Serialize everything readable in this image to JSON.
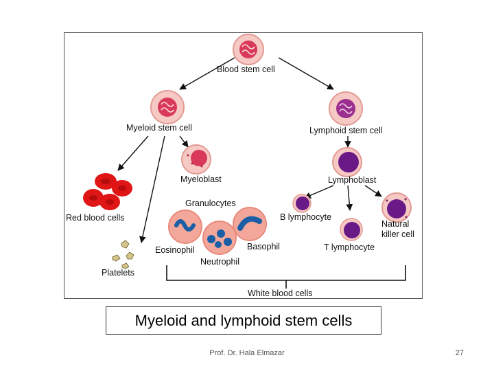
{
  "diagram": {
    "nodes": {
      "blood_stem_cell": "Blood stem cell",
      "myeloid_stem_cell": "Myeloid stem cell",
      "lymphoid_stem_cell": "Lymphoid stem cell",
      "myeloblast": "Myeloblast",
      "lymphoblast": "Lymphoblast",
      "red_blood_cells": "Red blood cells",
      "platelets": "Platelets",
      "granulocytes": "Granulocytes",
      "eosinophil": "Eosinophil",
      "neutrophil": "Neutrophil",
      "basophil": "Basophil",
      "b_lymphocyte": "B lymphocyte",
      "t_lymphocyte": "T lymphocyte",
      "natural_killer_line1": "Natural",
      "natural_killer_line2": "killer cell",
      "white_blood_cells": "White blood cells"
    },
    "colors": {
      "stem_cell_fill": "#f7c9c4",
      "stem_cell_nucleus": "#d93a5a",
      "lymphoid_nucleus": "#9b2f8f",
      "red_blood_cell": "#e01616",
      "granulocyte_fill": "#f3a79a",
      "granulocyte_nucleus": "#1a5fa6",
      "lymph_nucleus": "#6a1a86"
    }
  },
  "caption": "Myeloid and lymphoid stem cells",
  "footer": {
    "author": "Prof. Dr. Hala Elmazar",
    "page_number": "27"
  }
}
